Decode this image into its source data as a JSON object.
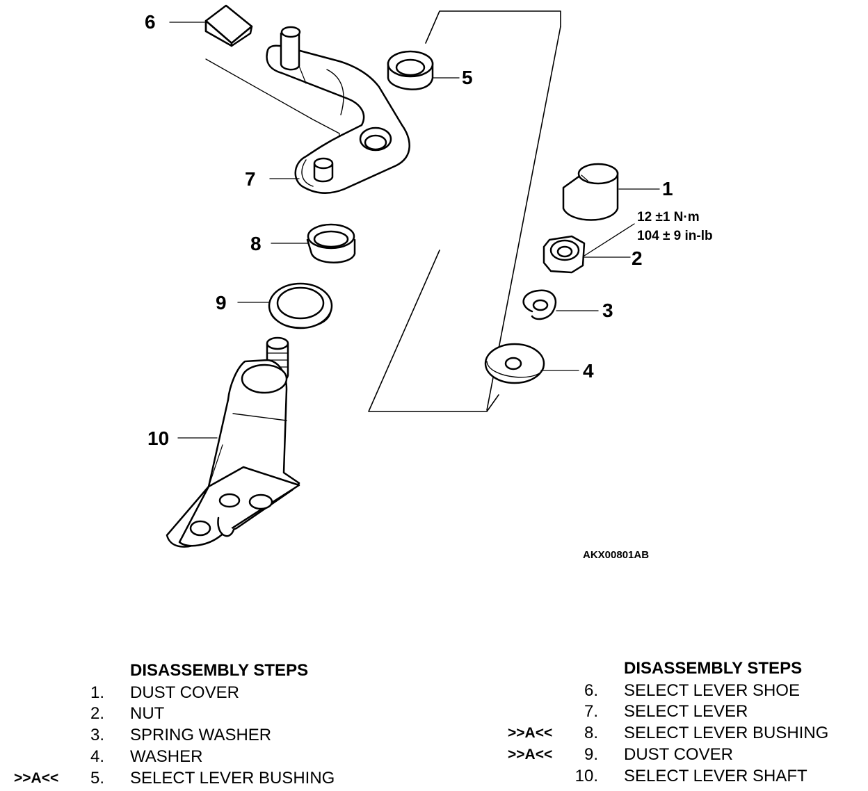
{
  "diagram": {
    "callouts": [
      "1",
      "2",
      "3",
      "4",
      "5",
      "6",
      "7",
      "8",
      "9",
      "10"
    ],
    "torque_nm": "12 ±1 N·m",
    "torque_inlb": "104 ± 9 in-lb",
    "figure_id": "AKX00801AB"
  },
  "steps_left": {
    "heading": "DISASSEMBLY STEPS",
    "items": [
      {
        "mark": "",
        "num": "1.",
        "name": "DUST COVER"
      },
      {
        "mark": "",
        "num": "2.",
        "name": "NUT"
      },
      {
        "mark": "",
        "num": "3.",
        "name": "SPRING WASHER"
      },
      {
        "mark": "",
        "num": "4.",
        "name": "WASHER"
      },
      {
        "mark": ">>A<<",
        "num": "5.",
        "name": "SELECT LEVER BUSHING"
      }
    ]
  },
  "steps_right": {
    "heading": "DISASSEMBLY STEPS",
    "items": [
      {
        "mark": "",
        "num": "6.",
        "name": "SELECT LEVER SHOE"
      },
      {
        "mark": "",
        "num": "7.",
        "name": "SELECT LEVER"
      },
      {
        "mark": ">>A<<",
        "num": "8.",
        "name": "SELECT LEVER BUSHING"
      },
      {
        "mark": ">>A<<",
        "num": "9.",
        "name": "DUST COVER"
      },
      {
        "mark": "",
        "num": "10.",
        "name": "SELECT LEVER SHAFT"
      }
    ]
  }
}
